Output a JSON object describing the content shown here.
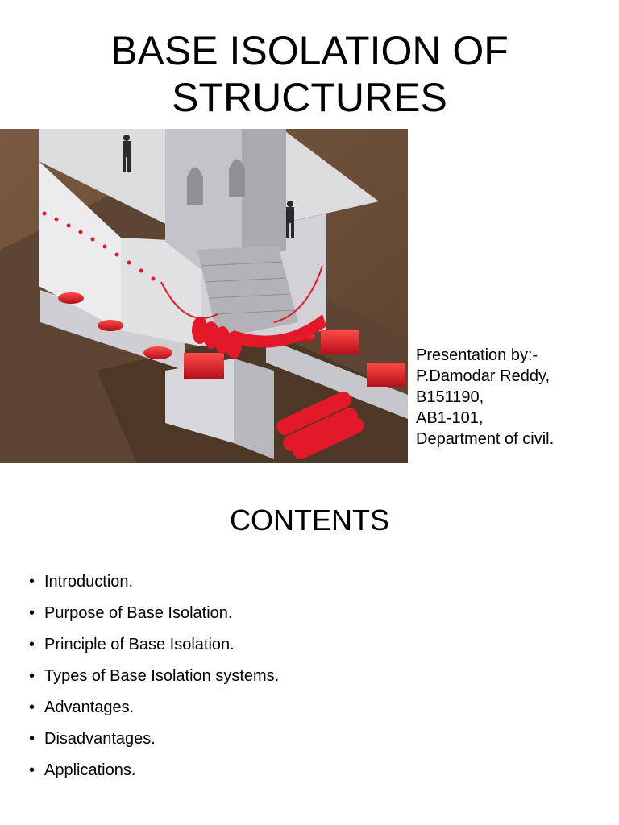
{
  "title": {
    "line1": "BASE ISOLATION OF",
    "line2": "STRUCTURES"
  },
  "figure": {
    "icon": "base-isolated-building-illustration",
    "colors": {
      "soil": "#6b4f38",
      "concrete": "#e8e8ea",
      "isolator_red": "#e3192a"
    }
  },
  "presenter": {
    "heading": "Presentation by:-",
    "name": "P.Damodar Reddy,",
    "roll": "B151190,",
    "room": "AB1-101,",
    "department": "Department of civil."
  },
  "contents": {
    "heading": "CONTENTS",
    "bullet": "•",
    "items": [
      "Introduction.",
      "Purpose of Base Isolation.",
      "Principle of Base Isolation.",
      "Types of Base Isolation systems.",
      "Advantages.",
      "Disadvantages.",
      "Applications."
    ]
  }
}
